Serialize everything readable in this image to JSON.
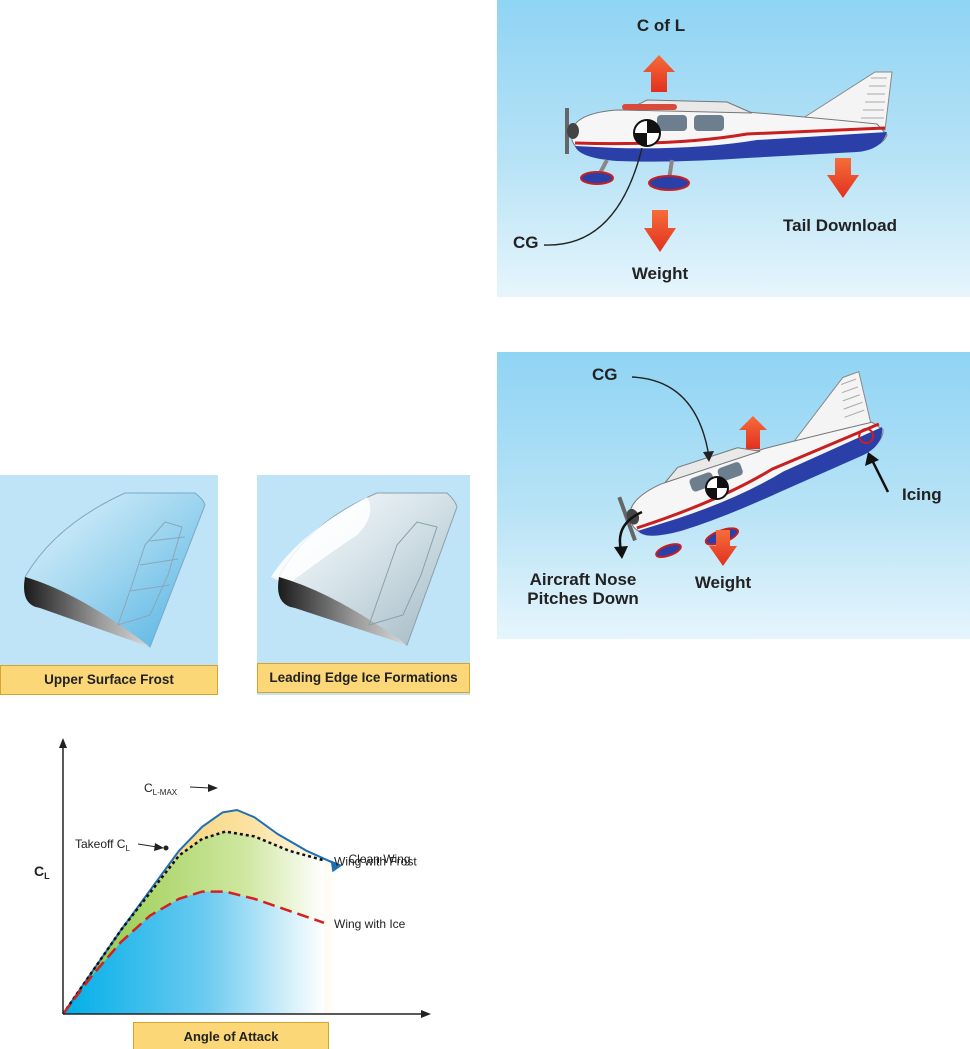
{
  "panel_balance": {
    "labels": {
      "c_of_l": "C of L",
      "cg": "CG",
      "tail_download": "Tail Download",
      "weight": "Weight"
    }
  },
  "panel_icing": {
    "labels": {
      "cg": "CG",
      "icing": "Icing",
      "nose_pitch": "Aircraft Nose Pitches Down",
      "weight": "Weight"
    }
  },
  "airfoils": {
    "frost_caption": "Upper Surface Frost",
    "ice_caption": "Leading Edge Ice Formations"
  },
  "chart_data": {
    "type": "line",
    "xlabel": "Angle of Attack",
    "ylabel": "CL",
    "annotations": {
      "cl_max": "CL-MAX",
      "takeoff_cl": "Takeoff CL"
    },
    "series": [
      {
        "name": "Clean Wing",
        "style": "solid",
        "color": "#1f6fb5",
        "points": [
          [
            0,
            0
          ],
          [
            20,
            35
          ],
          [
            40,
            68
          ],
          [
            48,
            78
          ],
          [
            55,
            84
          ],
          [
            60,
            85
          ],
          [
            66,
            82
          ],
          [
            74,
            75
          ],
          [
            84,
            68
          ],
          [
            95,
            62
          ]
        ]
      },
      {
        "name": "Wing with Frost",
        "style": "dotted",
        "color": "#111111",
        "points": [
          [
            0,
            0
          ],
          [
            20,
            35
          ],
          [
            40,
            66
          ],
          [
            48,
            73
          ],
          [
            56,
            76
          ],
          [
            66,
            74
          ],
          [
            78,
            68
          ],
          [
            90,
            64
          ]
        ]
      },
      {
        "name": "Wing with Ice",
        "style": "dashed",
        "color": "#d42020",
        "points": [
          [
            0,
            0
          ],
          [
            10,
            16
          ],
          [
            20,
            30
          ],
          [
            30,
            41
          ],
          [
            40,
            48
          ],
          [
            48,
            51
          ],
          [
            56,
            51
          ],
          [
            66,
            48
          ],
          [
            78,
            43
          ],
          [
            90,
            38
          ]
        ]
      }
    ],
    "xlim": [
      0,
      100
    ],
    "ylim": [
      0,
      100
    ],
    "grid": false,
    "legend": "inline labels at line ends"
  },
  "colors": {
    "arrow": "#ee4a35",
    "fuselage_blue": "#2a3fa8",
    "stripe_red": "#c82020",
    "caption_fill": "#fbd778"
  }
}
